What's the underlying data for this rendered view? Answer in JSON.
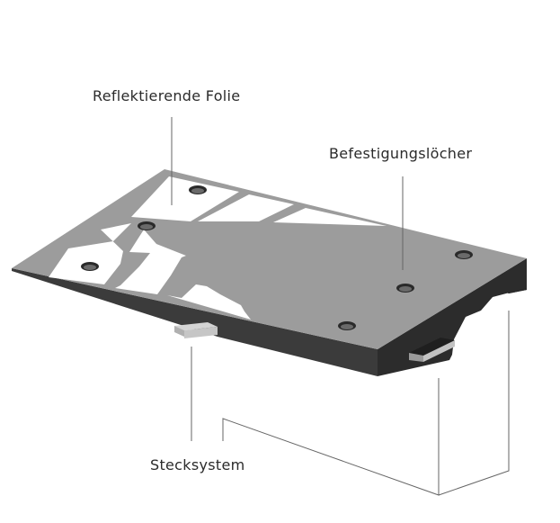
{
  "labels": {
    "reflective_film": "Reflektierende Folie",
    "mounting_holes": "Befestigungslöcher",
    "plug_system": "Stecksystem"
  },
  "colors": {
    "background": "#ffffff",
    "plate_top": "#9c9c9c",
    "plate_side_front": "#3a3a3a",
    "plate_side_right": "#2a2a2a",
    "reflective_film": "#ffffff",
    "leader_line": "#666666",
    "text": "#2b2b2b"
  }
}
